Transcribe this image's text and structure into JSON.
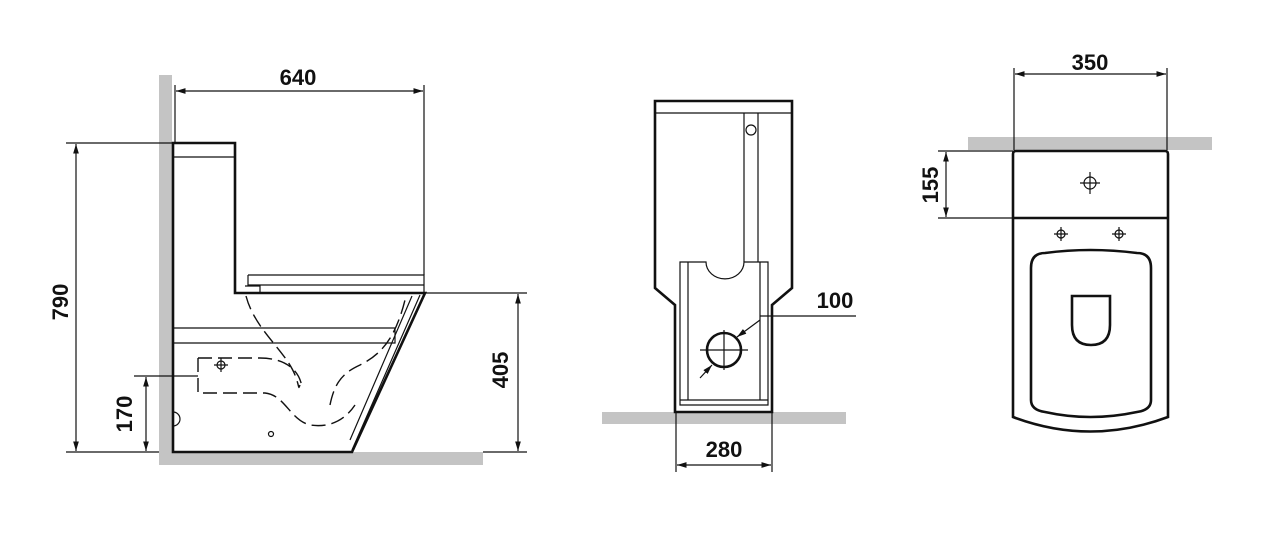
{
  "drawing": {
    "side_view": {
      "width_label": "640",
      "height_label": "790",
      "outlet_height_label": "170",
      "seat_height_label": "405"
    },
    "front_view": {
      "outlet_diameter_label": "100",
      "base_width_label": "280"
    },
    "top_view": {
      "width_label": "350",
      "tank_depth_label": "155"
    },
    "colors": {
      "line": "#111111",
      "wall_floor": "#c4c4c4"
    }
  }
}
